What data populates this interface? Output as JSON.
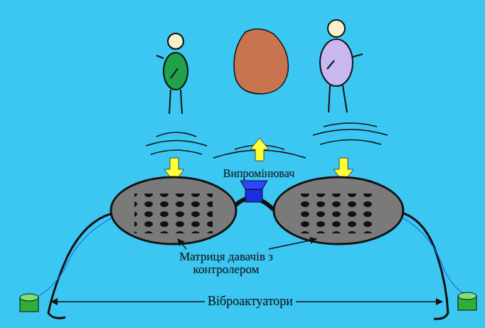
{
  "diagram": {
    "labels": [
      "Випромінювач",
      "Матриця давачів з контролером",
      "Віброактуатори"
    ]
  }
}
